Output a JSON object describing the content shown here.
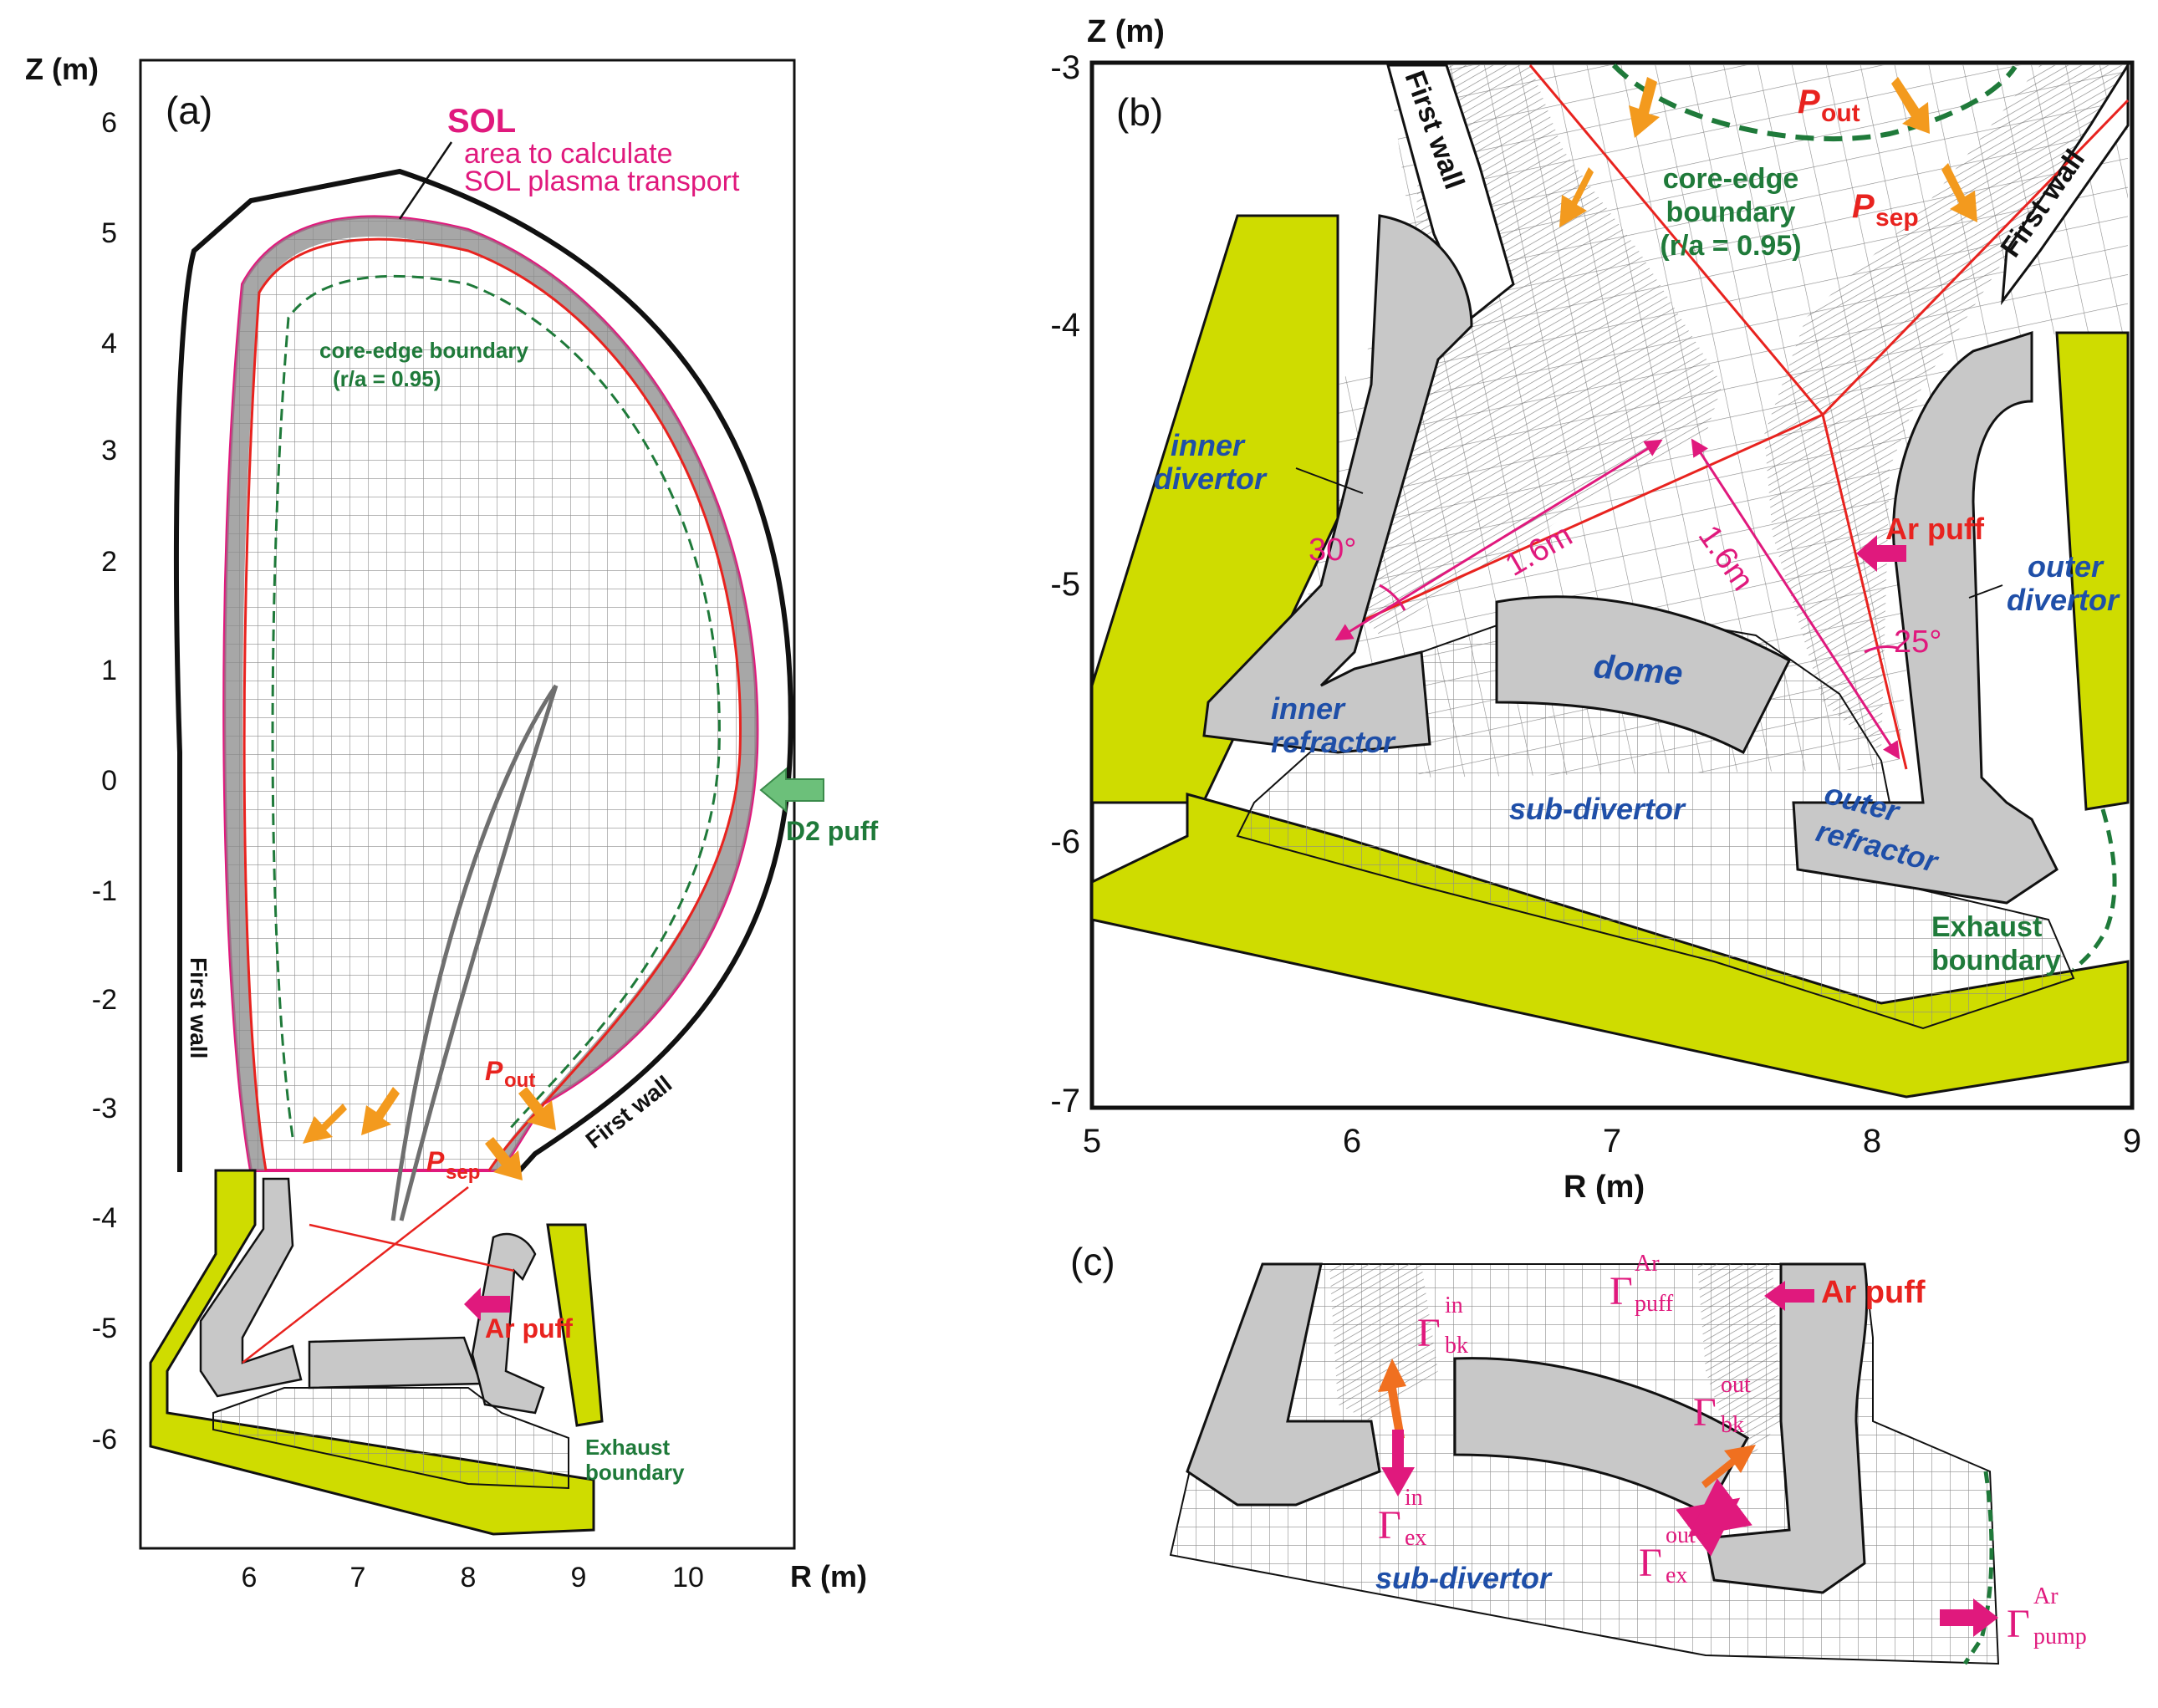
{
  "panel_a": {
    "label": "(a)",
    "z_axis": "Z (m)",
    "r_axis": "R (m)",
    "z_ticks": [
      "6",
      "5",
      "4",
      "3",
      "2",
      "1",
      "0",
      "-1",
      "-2",
      "-3",
      "-4",
      "-5",
      "-6"
    ],
    "r_ticks": [
      "6",
      "7",
      "8",
      "9",
      "10"
    ],
    "sol_title": "SOL",
    "sol_desc1": "area to calculate",
    "sol_desc2": "SOL plasma transport",
    "core_edge1": "core-edge boundary",
    "core_edge2": "(r/a = 0.95)",
    "first_wall_left": "First wall",
    "first_wall_right": "First wall",
    "d2_puff": "D2 puff",
    "p_out": "P",
    "p_out_sub": "out",
    "p_sep": "P",
    "p_sep_sub": "sep",
    "ar_puff": "Ar puff",
    "exhaust1": "Exhaust",
    "exhaust2": "boundary"
  },
  "panel_b": {
    "label": "(b)",
    "z_axis": "Z (m)",
    "r_axis": "R (m)",
    "z_ticks": [
      "-3",
      "-4",
      "-5",
      "-6",
      "-7"
    ],
    "r_ticks": [
      "5",
      "6",
      "7",
      "8",
      "9"
    ],
    "first_wall_left": "First wall",
    "first_wall_right": "First wall",
    "p_out": "P",
    "p_out_sub": "out",
    "p_sep": "P",
    "p_sep_sub": "sep",
    "core_edge1": "core-edge",
    "core_edge2": "boundary",
    "core_edge3": "(r/a = 0.95)",
    "inner_divertor1": "inner",
    "inner_divertor2": "divertor",
    "outer_divertor1": "outer",
    "outer_divertor2": "divertor",
    "angle_left": "30°",
    "angle_right": "25°",
    "len_left": "1.6m",
    "len_right": "1.6m",
    "ar_puff": "Ar puff",
    "dome": "dome",
    "inner_refractor1": "inner",
    "inner_refractor2": "refractor",
    "outer_refractor1": "outer",
    "outer_refractor2": "refractor",
    "sub_divertor": "sub-divertor",
    "exhaust1": "Exhaust",
    "exhaust2": "boundary"
  },
  "panel_c": {
    "label": "(c)",
    "gamma": "Γ",
    "puff_sup": "Ar",
    "puff_sub": "puff",
    "ar_puff": "Ar puff",
    "bk_in_sup": "in",
    "bk_in_sub": "bk",
    "ex_in_sup": "in",
    "ex_in_sub": "ex",
    "bk_out_sup": "out",
    "bk_out_sub": "bk",
    "ex_out_sup": "out",
    "ex_out_sub": "ex",
    "pump_sup": "Ar",
    "pump_sub": "pump",
    "sub_divertor": "sub-divertor"
  },
  "colors": {
    "wall_yellow": "#cfdc00",
    "structure_gray": "#c8c8c8",
    "mesh_gray": "#8c8c8c",
    "separatrix_red": "#e8231f",
    "sol_magenta": "#e0197d",
    "core_green": "#1f7a3a",
    "label_blue": "#1f4fa8",
    "arrow_orange": "#f39a1e"
  }
}
